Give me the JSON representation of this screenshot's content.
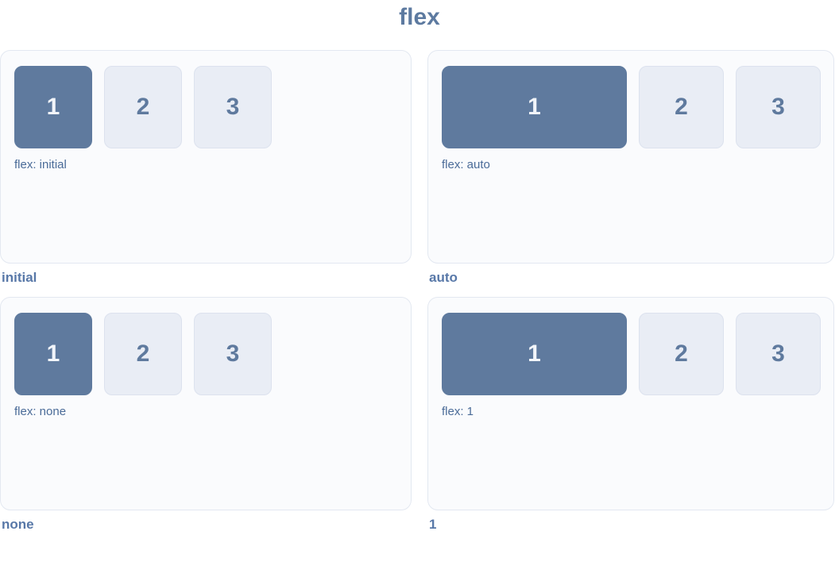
{
  "title": "flex",
  "colors": {
    "accent": "#5f7a9e",
    "accent-text": "#f2f5fa",
    "box-light-bg": "#e9edf5",
    "box-light-border": "#dce2ee",
    "panel-bg": "#fafbfd",
    "panel-border": "#e3e8f1",
    "label-color": "#4a6b98",
    "caption-color": "#5878a8",
    "title-color": "#5d7aa0",
    "page-bg": "#ffffff"
  },
  "panels": [
    {
      "caption": "initial",
      "flex_label": "flex: initial",
      "boxes": [
        "1",
        "2",
        "3"
      ]
    },
    {
      "caption": "auto",
      "flex_label": "flex: auto",
      "boxes": [
        "1",
        "2",
        "3"
      ]
    },
    {
      "caption": "none",
      "flex_label": "flex: none",
      "boxes": [
        "1",
        "2",
        "3"
      ]
    },
    {
      "caption": "1",
      "flex_label": "flex: 1",
      "boxes": [
        "1",
        "2",
        "3"
      ]
    }
  ]
}
